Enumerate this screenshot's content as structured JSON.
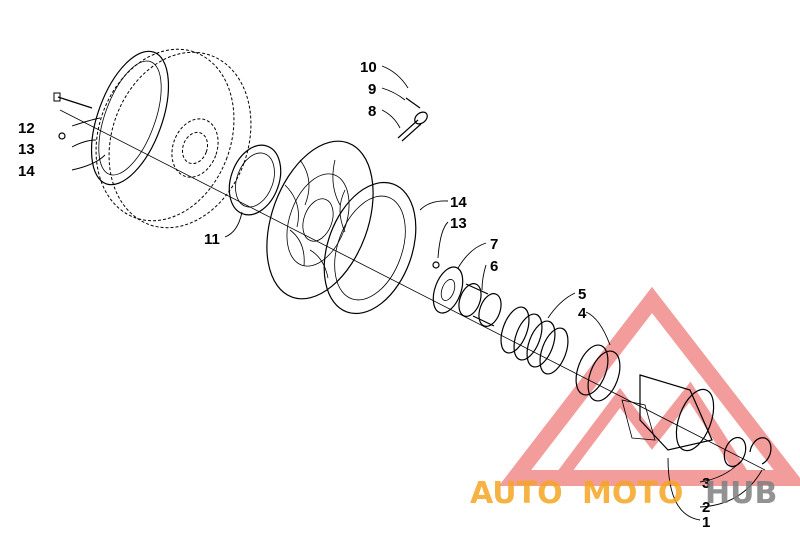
{
  "labels": {
    "p1": "1",
    "p2": "2",
    "p3": "3",
    "p4": "4",
    "p5": "5",
    "p6": "6",
    "p7": "7",
    "p8": "8",
    "p9": "9",
    "p10": "10",
    "p11": "11",
    "p12": "12",
    "p13a": "13",
    "p13b": "13",
    "p14a": "14",
    "p14b": "14"
  },
  "watermark": {
    "part1": "AUTO",
    "part2": "MOTO",
    "part3": "HUB",
    "color_orange": "#f5a623",
    "color_gray": "#7f7f7f",
    "color_red": "#f07c7c"
  }
}
